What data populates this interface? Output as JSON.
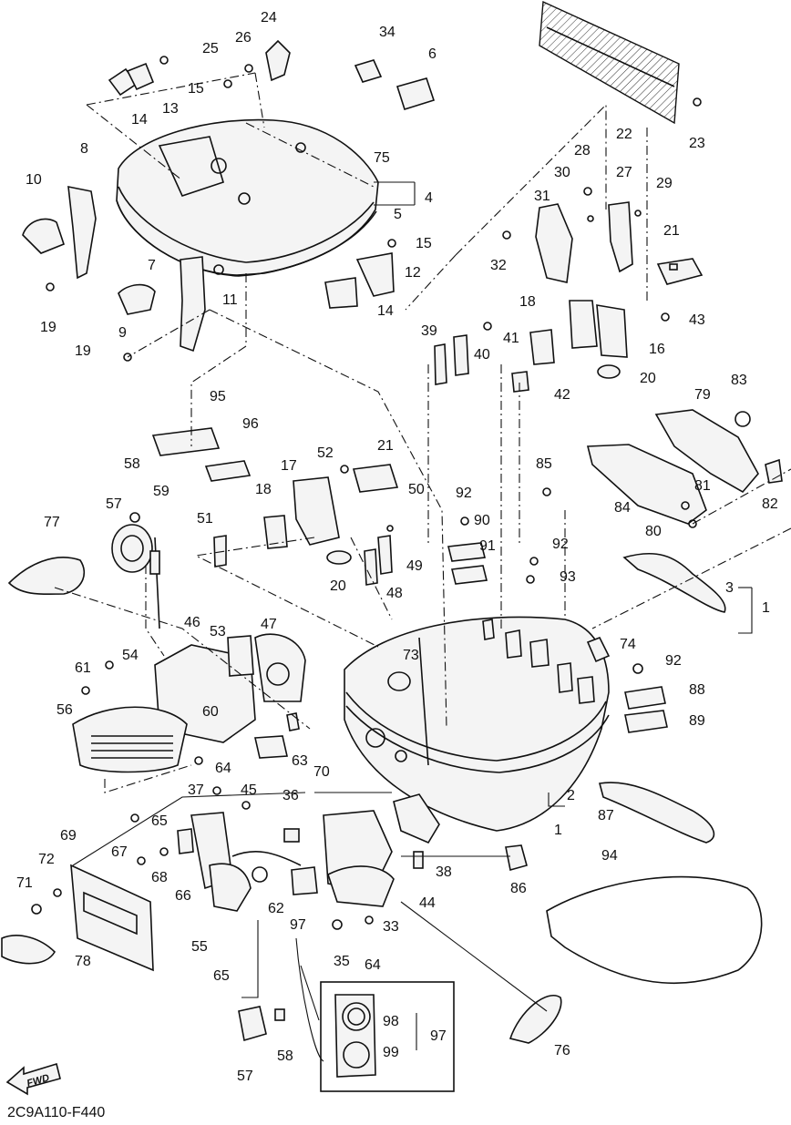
{
  "diagram_code": "2C9A110-F440",
  "fwd_label": "FWD",
  "callouts": [
    "1",
    "2",
    "3",
    "4",
    "5",
    "6",
    "7",
    "8",
    "9",
    "10",
    "11",
    "12",
    "13",
    "14",
    "15",
    "16",
    "17",
    "18",
    "19",
    "20",
    "21",
    "22",
    "23",
    "24",
    "25",
    "26",
    "27",
    "28",
    "29",
    "30",
    "31",
    "32",
    "33",
    "34",
    "35",
    "36",
    "37",
    "38",
    "39",
    "40",
    "41",
    "42",
    "43",
    "44",
    "45",
    "46",
    "47",
    "48",
    "49",
    "50",
    "51",
    "52",
    "53",
    "54",
    "55",
    "56",
    "57",
    "58",
    "59",
    "60",
    "61",
    "62",
    "63",
    "64",
    "65",
    "66",
    "67",
    "68",
    "69",
    "70",
    "71",
    "72",
    "73",
    "74",
    "75",
    "76",
    "77",
    "78",
    "79",
    "80",
    "81",
    "82",
    "83",
    "84",
    "85",
    "86",
    "87",
    "88",
    "89",
    "90",
    "91",
    "92",
    "93",
    "94",
    "95",
    "96",
    "97",
    "98",
    "99"
  ]
}
